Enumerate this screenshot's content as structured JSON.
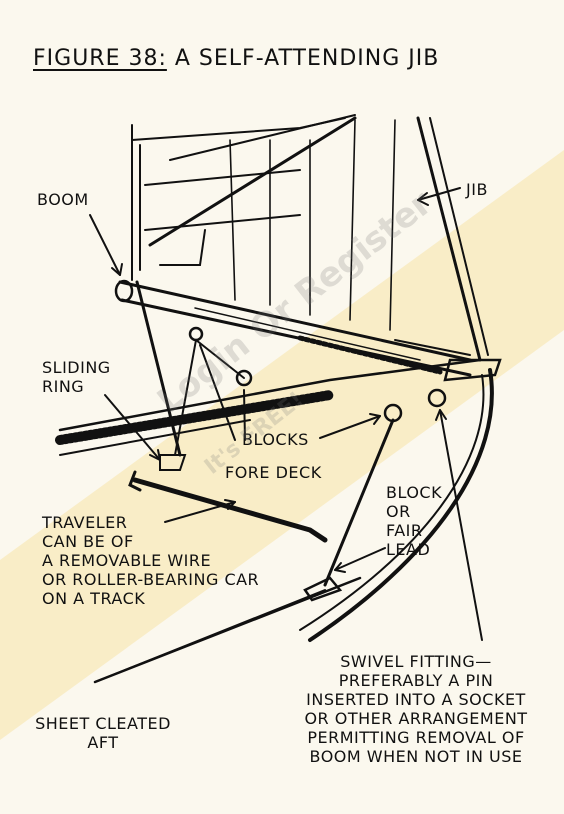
{
  "title": {
    "figure": "FIGURE 38:",
    "caption": "A SELF-ATTENDING JIB"
  },
  "labels": {
    "boom": "BOOM",
    "jib": "JIB",
    "sliding_ring": "SLIDING\nRING",
    "blocks": "BLOCKS",
    "fore_deck": "FORE DECK",
    "block_or_fair_lead": "BLOCK\nOR\nFAIR\nLEAD",
    "traveler": "TRAVELER\nCAN BE OF\nA REMOVABLE WIRE\nOR ROLLER-BEARING CAR\nON A TRACK",
    "swivel_fitting": "SWIVEL FITTING—\nPREFERABLY A PIN\nINSERTED INTO A SOCKET\nOR OTHER ARRANGEMENT\nPERMITTING REMOVAL OF\nBOOM WHEN NOT IN USE",
    "sheet_cleated": "SHEET CLEATED\nAFT"
  },
  "watermark": {
    "line1": "Login Or Register",
    "line2": "It's FREE!"
  },
  "colors": {
    "ink": "#111111",
    "paper": "#fbf8ee",
    "highlight": "#f7e3a8"
  }
}
